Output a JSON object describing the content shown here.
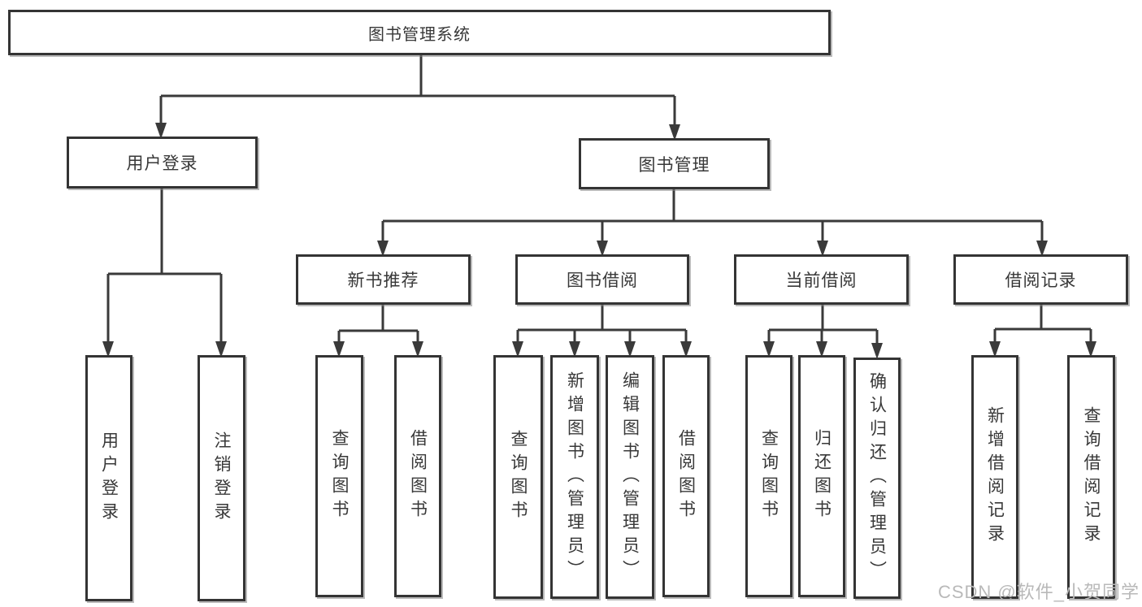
{
  "diagram": {
    "root": {
      "label": "图书管理系统"
    },
    "level2": {
      "user_login": {
        "label": "用户登录"
      },
      "book_management": {
        "label": "图书管理"
      }
    },
    "level3": [
      {
        "label": "新书推荐"
      },
      {
        "label": "图书借阅"
      },
      {
        "label": "当前借阅"
      },
      {
        "label": "借阅记录"
      }
    ],
    "user_login_children": [
      "用户登录",
      "注销登录"
    ],
    "new_book_children": [
      "查询图书",
      "借阅图书"
    ],
    "book_borrow_children": [
      "查询图书",
      "新增图书（管理员）",
      "编辑图书（管理员）",
      "借阅图书"
    ],
    "current_borrow_children": [
      "查询图书",
      "归还图书",
      "确认归还（管理员）"
    ],
    "borrow_record_children": [
      "新增借阅记录",
      "查询借阅记录"
    ],
    "colors": {
      "line": "#3a3a3a",
      "border": "#343434",
      "text": "#383838",
      "background": "#ffffff",
      "watermark": "#b9b9b9"
    },
    "watermark": "CSDN @软件_小贺同学"
  }
}
